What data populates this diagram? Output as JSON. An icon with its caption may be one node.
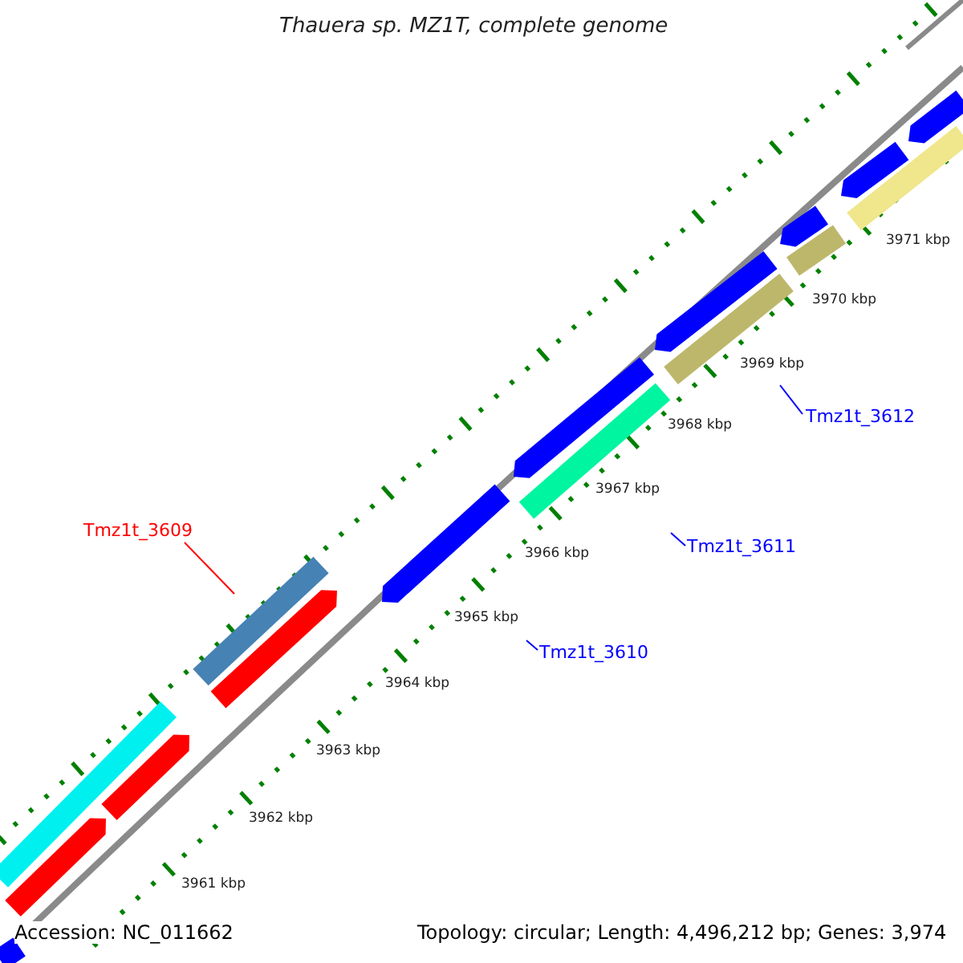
{
  "diagram": {
    "title": "Thauera sp. MZ1T, complete genome",
    "nodes": [
      {
        "text": [
          "Tmz1t_3609"
        ]
      },
      {
        "text": [
          "Tmz1t_3610"
        ]
      },
      {
        "text": [
          "Tmz1t_3611"
        ]
      },
      {
        "text": [
          "Tmz1t_3612"
        ]
      }
    ],
    "edges": [
      {
        "from": 0,
        "to": null,
        "arrow": "none",
        "color": "#ff0000"
      },
      {
        "from": 1,
        "to": null,
        "arrow": "none"
      },
      {
        "from": 2,
        "to": null,
        "arrow": "none"
      },
      {
        "from": 3,
        "to": null,
        "arrow": "none"
      }
    ],
    "labels": [
      "3961 kbp",
      "3962 kbp",
      "3963 kbp",
      "3964 kbp",
      "3965 kbp",
      "3966 kbp",
      "3967 kbp",
      "3968 kbp",
      "3969 kbp",
      "3970 kbp",
      "3971 kbp",
      "Accession: NC_011662",
      "Topology: circular; Length: 4,496,212 bp; Genes: 3,974"
    ]
  }
}
